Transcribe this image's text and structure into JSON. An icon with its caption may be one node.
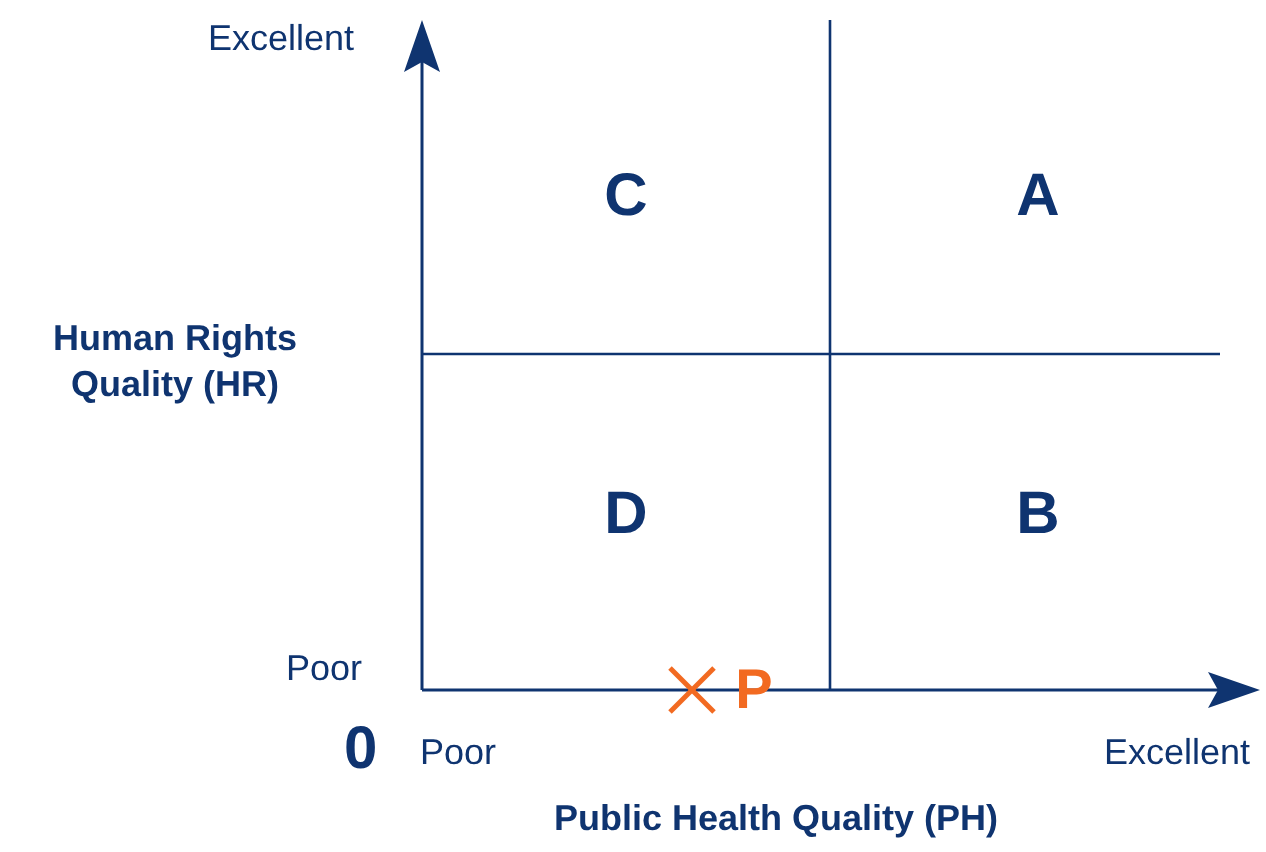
{
  "diagram": {
    "labels": [
      "Excellent",
      "Human Rights Quality (HR)",
      "Poor",
      "0",
      "Poor",
      "Excellent",
      "Public Health Quality (PH)",
      "C",
      "A",
      "D",
      "B",
      "P"
    ]
  }
}
